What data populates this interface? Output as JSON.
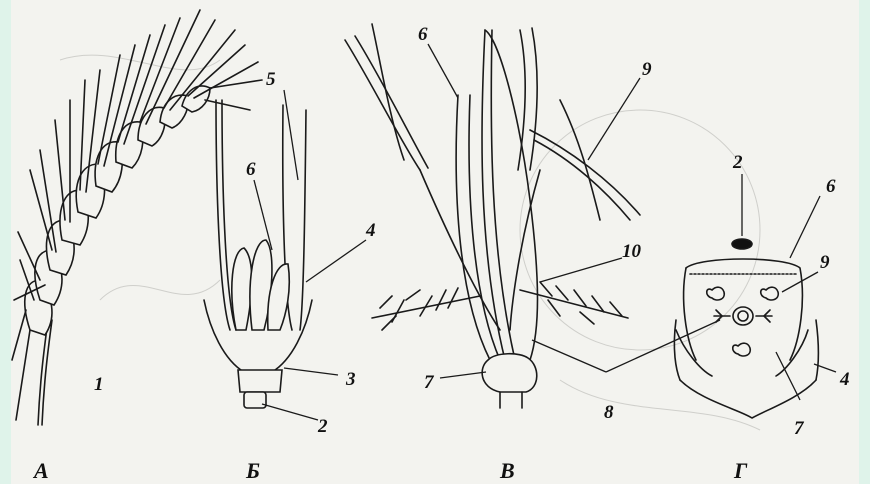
{
  "figure": {
    "panels": [
      {
        "id": "A",
        "caption": "А"
      },
      {
        "id": "B",
        "caption": "Б"
      },
      {
        "id": "V",
        "caption": "В"
      },
      {
        "id": "G",
        "caption": "Г"
      }
    ],
    "labels": {
      "a1": "1",
      "b5": "5",
      "b6": "6",
      "b4": "4",
      "b3": "3",
      "b2": "2",
      "v6": "6",
      "v9": "9",
      "v10": "10",
      "v7": "7",
      "v8": "8",
      "g2": "2",
      "g6": "6",
      "g9": "9",
      "g4": "4",
      "g7": "7"
    },
    "colors": {
      "background": "#dff3ea",
      "plate": "#f3f3ef",
      "ink": "#1a1a1a"
    }
  }
}
